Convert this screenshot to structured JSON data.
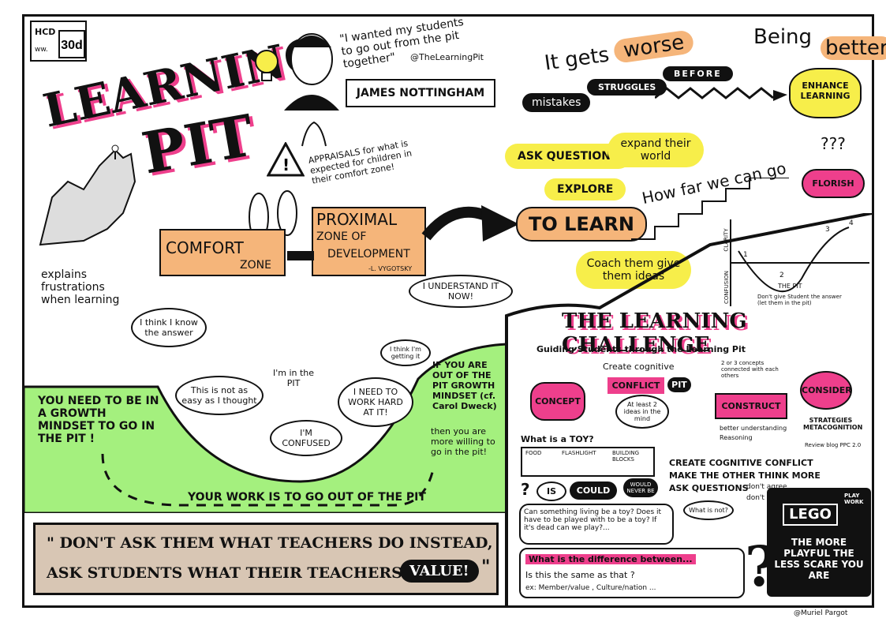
{
  "calendar": {
    "top": "HCD",
    "label": "ww.",
    "date": "30d"
  },
  "title": {
    "line1": "LEARNING",
    "line2": "PIT"
  },
  "quote": {
    "text": "\"I wanted my students to go out from the pit together\"",
    "handle": "@TheLearningPit"
  },
  "author": "JAMES NOTTINGHAM",
  "top_right": {
    "part1": "It gets",
    "worse": "worse",
    "before": "BEFORE",
    "being": "Being",
    "better": "better",
    "mistakes": "mistakes",
    "struggles": "STRUGGLES",
    "enhance": "ENHANCE LEARNING"
  },
  "appraisals": "APPRAISALS for what is expected for children in their comfort zone!",
  "comfort": {
    "a": "COMFORT",
    "b": "ZONE"
  },
  "proximal": {
    "a": "PROXIMAL",
    "b": "ZONE OF",
    "c": "DEVELOPMENT",
    "d": "-L. VYGOTSKY"
  },
  "to_learn": "TO LEARN",
  "ask": "ASK QUESTIONS",
  "expand": "expand their world",
  "explore": "EXPLORE",
  "how_far": "How far we can go",
  "qmarks": "???",
  "florish": "FLORISH",
  "explains": "explains frustrations when learning",
  "coach": "Coach them give them ideas",
  "understand": "I UNDERSTAND IT NOW!",
  "pit_scene": {
    "i_think": "I think I know the answer",
    "easy": "This is not as easy as I thought",
    "in_pit": "I'm in the PIT",
    "confused": "I'M CONFUSED",
    "work_hard": "I NEED TO WORK HARD AT IT!",
    "getting": "I think I'm getting it",
    "growth_a": "YOU NEED TO BE IN A GROWTH MINDSET TO GO IN THE PIT !",
    "growth_b": "IF YOU ARE OUT OF THE PIT GROWTH MINDSET (cf. Carol Dweck)",
    "growth_c": "then you are more willing to go in the pit!",
    "work_out": "YOUR WORK IS TO GO OUT OF THE PIT"
  },
  "bottom_quote": {
    "a": "\" DON'T ASK THEM WHAT TEACHERS DO INSTEAD,",
    "b": "ASK STUDENTS WHAT THEIR TEACHERS",
    "c": "VALUE!",
    "d": "\""
  },
  "graph": {
    "ylabel": "CLARITY",
    "ylabel2": "CONFUSION",
    "pit": "THE PIT",
    "note": "Don't give Student the answer (let them in the pit)",
    "p1": "1",
    "p2": "2",
    "p3": "3",
    "p4": "4"
  },
  "challenge": {
    "title": "THE LEARNING CHALLENGE",
    "subtitle": "Guiding Students through the Learning Pit"
  },
  "steps": {
    "concept": "CONCEPT",
    "create": "Create cognitive",
    "conflict": "CONFLICT",
    "pit": "PIT",
    "construct": "CONSTRUCT",
    "consider": "CONSIDER",
    "strategies": "STRATEGIES METACOGNITION",
    "better": "better understanding",
    "reasoning": "Reasoning",
    "at_least": "At least 2 ideas in the mind",
    "top_note": "2 or 3 concepts connected with each others",
    "review": "Review blog PPC 2.0"
  },
  "toy": {
    "q": "What is a TOY?",
    "food": "FOOD",
    "flash": "FLASHLIGHT",
    "blocks": "BUILDING BLOCKS",
    "qm": "?",
    "is": "IS",
    "could": "COULD",
    "would": "WOULD NEVER BE"
  },
  "conflict_text": {
    "a": "CREATE COGNITIVE CONFLICT",
    "b": "MAKE THE OTHER THINK MORE",
    "c": "ASK QUESTIONS",
    "d": "don't agree",
    "e": "don't disagree",
    "what_not": "What is not?"
  },
  "questions": "Can something living be a toy? Does it have to be played with to be a toy? If it's dead can we play?...",
  "diff": {
    "a": "What is the difference between...",
    "b": "Is this the same as that ?",
    "c": "ex: Member/value , Culture/nation ..."
  },
  "lego": {
    "label": "LEGO",
    "tag": "PLAY WORK",
    "slogan": "THE MORE PLAYFUL THE LESS SCARE YOU ARE"
  },
  "signature": "@Muriel Pargot"
}
